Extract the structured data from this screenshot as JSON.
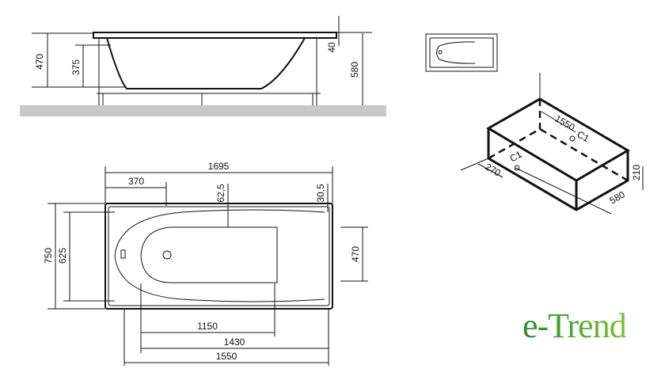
{
  "side_view": {
    "dim_total_height": "470",
    "dim_tub_depth": "375",
    "dim_rim": "40",
    "dim_overall": "580"
  },
  "top_view": {
    "dim_length": "1695",
    "dim_drain_offset": "370",
    "dim_62": "62,5",
    "dim_30": "30,5",
    "dim_width": "750",
    "dim_inner_width": "625",
    "dim_inner_470": "470",
    "dim_1150": "1150",
    "dim_1430": "1430",
    "dim_1550": "1550"
  },
  "iso_view": {
    "dim_length": "1550",
    "dim_side": "270",
    "dim_height": "210",
    "dim_depth": "580",
    "label_a": "C1",
    "label_b": "C1"
  },
  "logo": {
    "text": "e-Trend",
    "color_start": "#2e8a2e",
    "color_end": "#7cc23a"
  }
}
